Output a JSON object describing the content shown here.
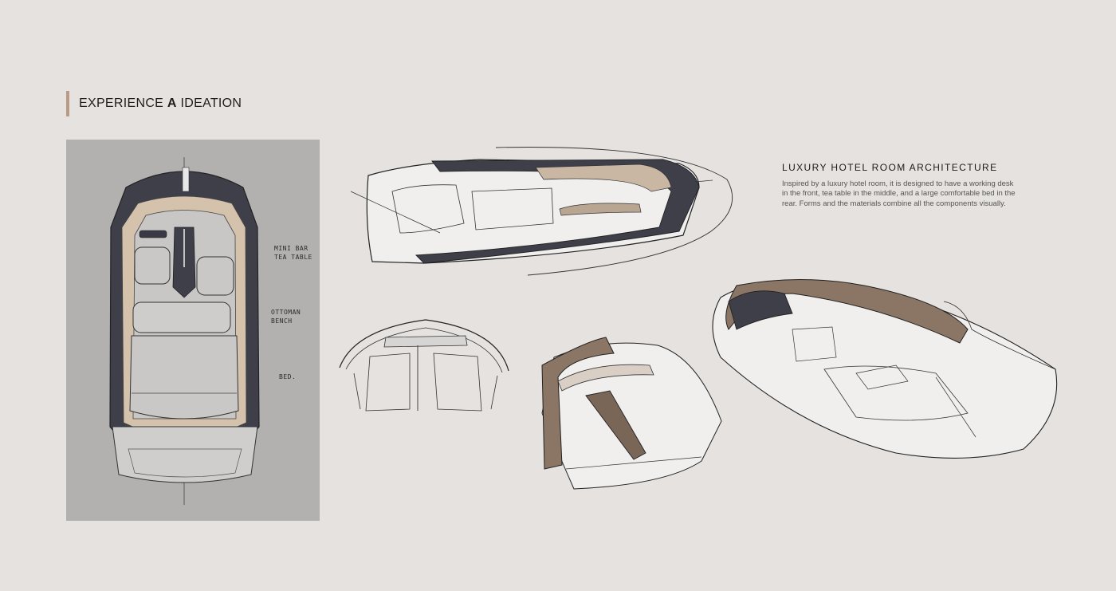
{
  "heading": {
    "prefix": "EXPERIENCE",
    "bold": "A",
    "suffix": "IDEATION"
  },
  "plan_notes": {
    "mini_bar": "MINI BAR",
    "tea_table": "TEA TABLE",
    "ottoman": "OTTOMAN",
    "bench": "BENCH",
    "bed": "BED."
  },
  "info": {
    "title": "LUXURY HOTEL ROOM ARCHITECTURE",
    "body": "Inspired by a luxury hotel room, it is designed to have a working desk in the front, tea table in the middle, and a large comfortable bed in the rear. Forms and the materials combine all the components visually."
  },
  "colors": {
    "background": "#e5e2df",
    "accent": "#b99a82",
    "panel": "#b2b1b0",
    "shell_dark": "#3a3b45",
    "wood": "#a08b78"
  }
}
